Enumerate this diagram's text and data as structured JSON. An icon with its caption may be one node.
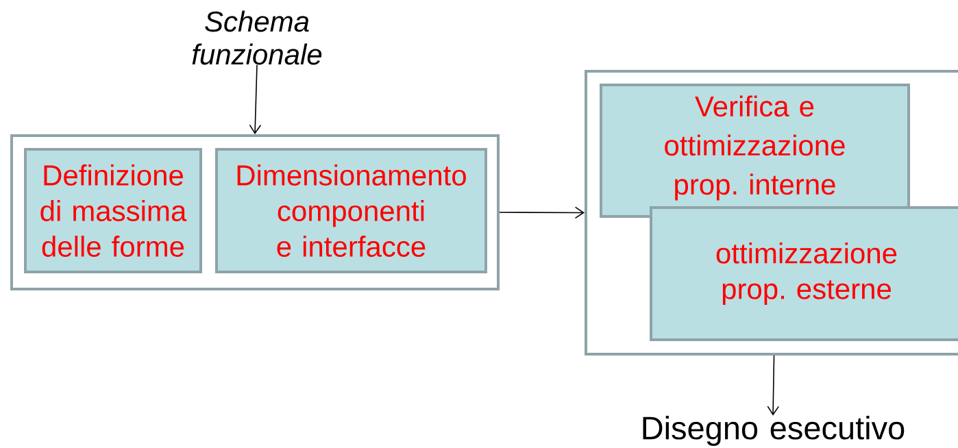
{
  "diagram": {
    "nodes": [
      {
        "text": [
          "Schema funzionale"
        ]
      },
      {
        "text": [],
        "shape": "box"
      },
      {
        "text": [
          "Definizione di massima delle forme"
        ],
        "in": 1
      },
      {
        "text": [
          "Dimensionamento componenti e interfacce"
        ],
        "in": 1
      },
      {
        "text": [],
        "shape": "box"
      },
      {
        "text": [
          "Verifica e ottimizzazione prop. interne"
        ],
        "in": 4
      },
      {
        "text": [
          "ottimizzazione prop. esterne"
        ],
        "in": 4
      },
      {
        "text": [
          "Disegno esecutivo"
        ]
      }
    ],
    "edges": [
      {
        "from": 0,
        "to": 1,
        "arrow": "to"
      },
      {
        "from": 1,
        "to": 4,
        "arrow": "to"
      },
      {
        "from": 4,
        "to": 7,
        "arrow": "to"
      }
    ]
  }
}
